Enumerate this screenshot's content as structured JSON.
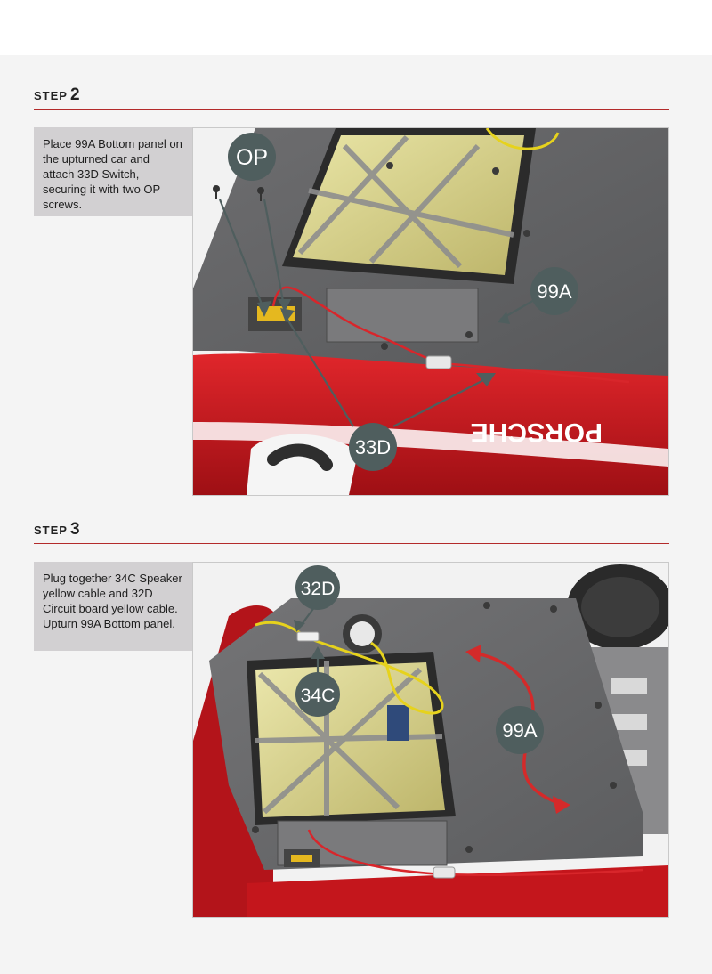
{
  "steps": [
    {
      "label_word": "STEP",
      "number": "2",
      "instruction": "Place 99A Bottom panel on the upturned car and attach 33D Switch, securing it with two OP screws.",
      "callouts": {
        "op": "OP",
        "bottom_panel": "99A",
        "switch": "33D"
      },
      "car_lettering": "PORSCHE"
    },
    {
      "label_word": "STEP",
      "number": "3",
      "instruction": "Plug together 34C Speaker yellow cable and 32D Circuit board yellow cable. Upturn 99A Bottom panel.",
      "callouts": {
        "circuit_cable": "32D",
        "speaker_cable": "34C",
        "bottom_panel": "99A"
      }
    }
  ],
  "colors": {
    "accent_line": "#b32a2a",
    "callout_bg": "#4f5e5e",
    "arrow_red": "#d42a2a",
    "car_red": "#c9151b"
  }
}
